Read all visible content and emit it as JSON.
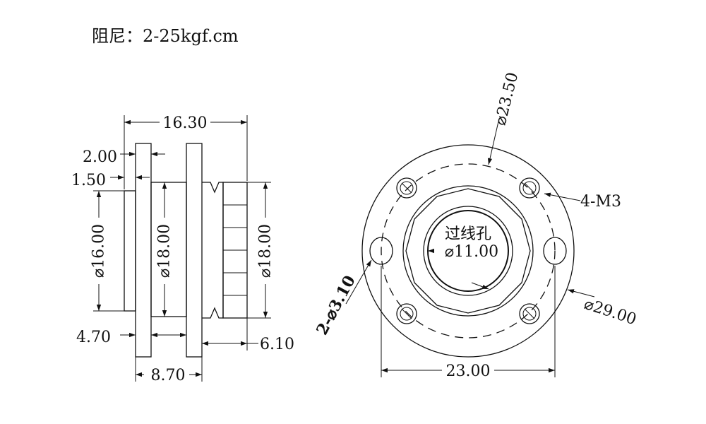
{
  "header": {
    "damping": "阻尼：2-25kgf.cm"
  },
  "side_view": {
    "overall_length": "16.30",
    "flange_gap": "2.00",
    "step": "1.50",
    "dia_body": "⌀16.00",
    "dia_mid": "⌀18.00",
    "dia_right": "⌀18.00",
    "len_a": "4.70",
    "len_b": "6.10",
    "len_c": "8.70"
  },
  "front_view": {
    "dia_bolt_circle": "⌀23.50",
    "thread": "4-M3",
    "hole_label": "过线孔",
    "hole_dia": "⌀11.00",
    "mount_holes": "2-⌀3.10",
    "outer_dia": "⌀29.00",
    "hole_span": "23.00"
  }
}
